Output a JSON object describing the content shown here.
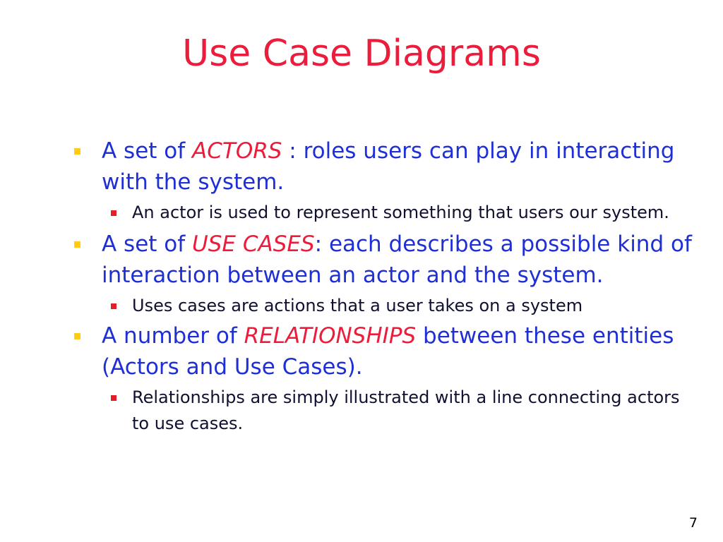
{
  "slide": {
    "title": "Use Case Diagrams",
    "page_number": "7",
    "colors": {
      "title": "#ec1c3c",
      "bullet_text": "#1f2fd6",
      "emphasis": "#ec1c3c",
      "sub_text": "#101030",
      "bullet_marker": "#ffcc11",
      "sub_bullet_marker": "#e41e26"
    },
    "bullets": [
      {
        "prefix": "A set of ",
        "emphasis": "ACTORS",
        "suffix": " : roles users can play in interacting with the system.",
        "sub": "An actor is used to represent something that users our system."
      },
      {
        "prefix": "A set of ",
        "emphasis": "USE CASES",
        "suffix": ": each describes a possible kind of interaction between an actor and the system.",
        "sub": "Uses cases are actions that a user takes on a system"
      },
      {
        "prefix": "A number of ",
        "emphasis": "RELATIONSHIPS",
        "suffix": " between these entities (Actors and Use Cases).",
        "sub": "Relationships are simply illustrated with a line connecting actors to use cases."
      }
    ]
  }
}
